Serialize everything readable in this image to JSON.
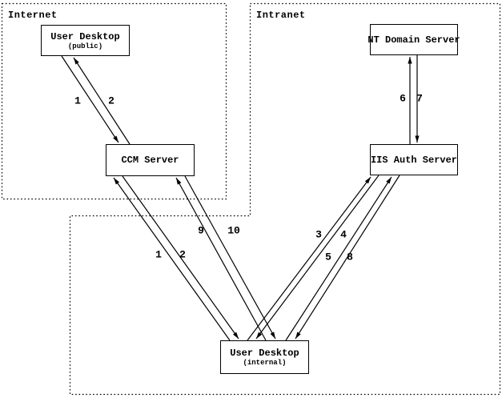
{
  "regions": {
    "internet": {
      "label": "Internet"
    },
    "intranet": {
      "label": "Intranet"
    }
  },
  "nodes": {
    "user_desktop_public": {
      "title": "User Desktop",
      "subtitle": "(public)"
    },
    "ccm_server": {
      "title": "CCM Server"
    },
    "nt_domain_server": {
      "title": "NT Domain Server"
    },
    "iis_auth_server": {
      "title": "IIS Auth Server"
    },
    "user_desktop_internal": {
      "title": "User Desktop",
      "subtitle": "(internal)"
    }
  },
  "flows": [
    {
      "label": "1",
      "from": "User Desktop (public)",
      "to": "CCM Server"
    },
    {
      "label": "2",
      "from": "CCM Server",
      "to": "User Desktop (public)"
    },
    {
      "label": "1",
      "from": "User Desktop (internal)",
      "to": "CCM Server"
    },
    {
      "label": "2",
      "from": "CCM Server",
      "to": "User Desktop (internal)"
    },
    {
      "label": "9",
      "from": "User Desktop (internal)",
      "to": "CCM Server"
    },
    {
      "label": "10",
      "from": "CCM Server",
      "to": "User Desktop (internal)"
    },
    {
      "label": "3",
      "from": "User Desktop (internal)",
      "to": "IIS Auth Server"
    },
    {
      "label": "4",
      "from": "IIS Auth Server",
      "to": "User Desktop (internal)"
    },
    {
      "label": "5",
      "from": "User Desktop (internal)",
      "to": "IIS Auth Server"
    },
    {
      "label": "8",
      "from": "IIS Auth Server",
      "to": "User Desktop (internal)"
    },
    {
      "label": "6",
      "from": "IIS Auth Server",
      "to": "NT Domain Server"
    },
    {
      "label": "7",
      "from": "NT Domain Server",
      "to": "IIS Auth Server"
    }
  ],
  "colors": {
    "line": "#000000",
    "background": "#ffffff"
  }
}
